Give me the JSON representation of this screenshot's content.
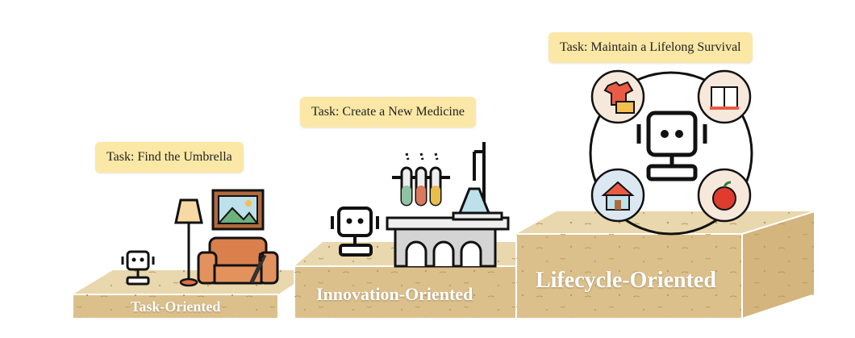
{
  "stages": [
    {
      "task": "Task: Find the Umbrella",
      "title": "Task-Oriented"
    },
    {
      "task": "Task: Create a New Medicine",
      "title": "Innovation-Oriented"
    },
    {
      "task": "Task: Maintain a Lifelong Survival",
      "title": "Lifecycle-Oriented"
    }
  ],
  "colors": {
    "wood_top": "#e9d7ad",
    "wood_front": "#dcc08c",
    "wood_side": "#d3b57d",
    "label_bg": "#fbe8a6"
  },
  "icons": {
    "stage1": [
      "robot-icon",
      "lamp-icon",
      "painting-icon",
      "sofa-icon",
      "umbrella-icon"
    ],
    "stage2": [
      "robot-icon",
      "test-tubes-icon",
      "lab-bench-icon",
      "microscope-flask-icon"
    ],
    "stage3": [
      "robot-icon",
      "clothes-icon",
      "book-icon",
      "house-icon",
      "apple-icon"
    ]
  }
}
